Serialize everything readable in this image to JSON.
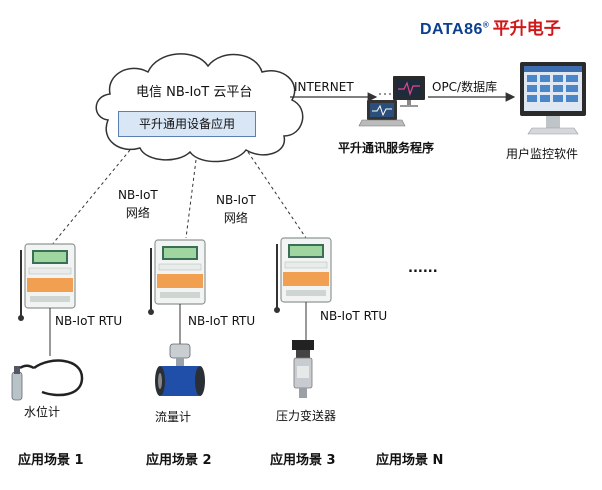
{
  "logo": {
    "brand": "DATA86",
    "reg": "®",
    "company": "平升电子"
  },
  "cloud": {
    "title": "电信 NB-IoT 云平台",
    "platform": "平升通用设备应用"
  },
  "links": {
    "internet": "INTERNET",
    "opc": "OPC/数据库"
  },
  "server_label": "平升通讯服务程序",
  "client_label": "用户监控软件",
  "network_labels": [
    {
      "line1": "NB-IoT",
      "line2": "网络"
    },
    {
      "line1": "NB-IoT",
      "line2": "网络"
    }
  ],
  "rtus": [
    {
      "label": "NB-IoT RTU"
    },
    {
      "label": "NB-IoT RTU"
    },
    {
      "label": "NB-IoT RTU"
    }
  ],
  "ellipsis": "......",
  "sensors": [
    {
      "label": "水位计"
    },
    {
      "label": "流量计"
    },
    {
      "label": "压力变送器"
    }
  ],
  "scenarios": [
    "应用场景 1",
    "应用场景 2",
    "应用场景 3",
    "应用场景 N"
  ],
  "colors": {
    "brand_blue": "#0b3f8f",
    "brand_red": "#d01818",
    "platform_fill": "#d9e6f6",
    "rtu_orange": "#f0a050",
    "flowmeter_blue": "#1f4fa8"
  }
}
